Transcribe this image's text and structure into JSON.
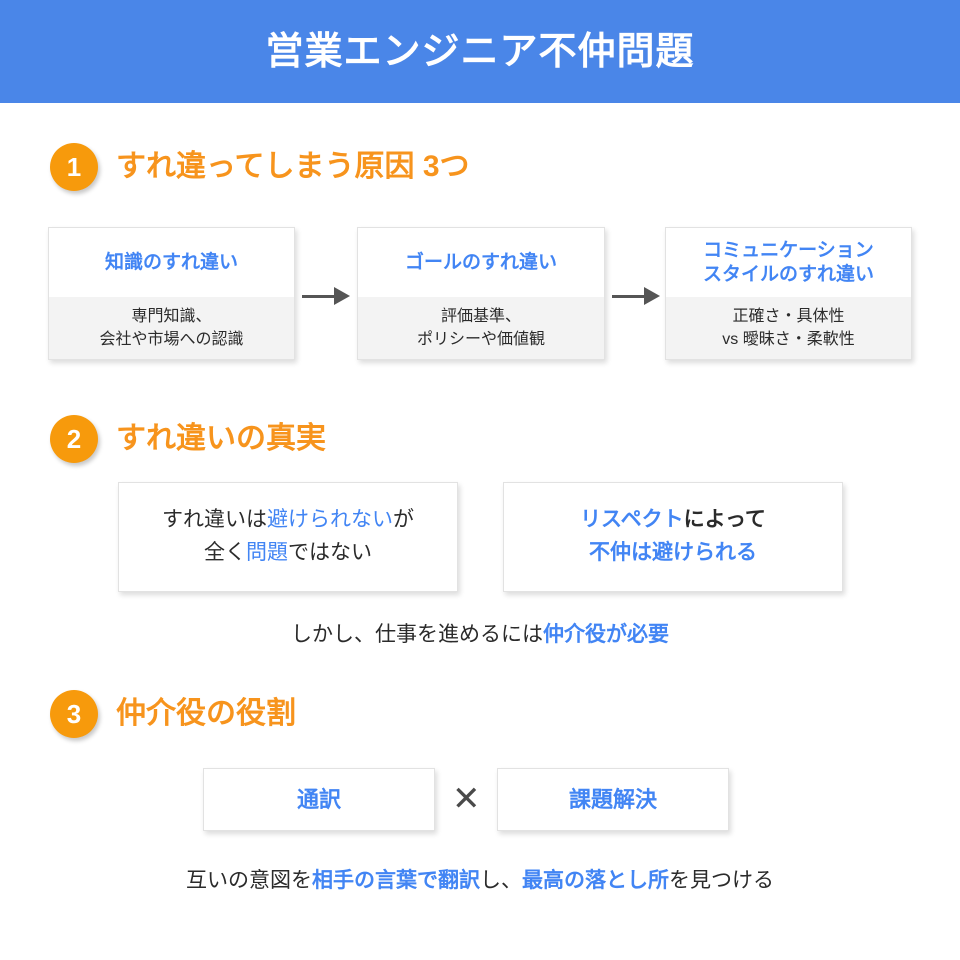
{
  "header": {
    "title": "営業エンジニア不仲問題",
    "background_color": "#4a86e8",
    "text_color": "#ffffff"
  },
  "theme": {
    "accent_orange": "#f7941d",
    "accent_blue": "#4285f4",
    "card_body_gray": "#f3f3f3",
    "text_dark": "#2b2b2b",
    "arrow_gray": "#555555"
  },
  "sections": [
    {
      "number": "1",
      "title": "すれ違ってしまう原因 3つ",
      "cards": [
        {
          "title": "知識のすれ違い",
          "body": "専門知識、\n会社や市場への認識"
        },
        {
          "title": "ゴールのすれ違い",
          "body": "評価基準、\nポリシーや価値観"
        },
        {
          "title": "コミュニケーション\nスタイルのすれ違い",
          "body": "正確さ・具体性\nvs 曖昧さ・柔軟性"
        }
      ],
      "arrows": [
        "arrow-right-1",
        "arrow-right-2"
      ]
    },
    {
      "number": "2",
      "title": "すれ違いの真実",
      "cards": [
        {
          "line1": {
            "part1": "すれ違いは",
            "highlight1": "避けられない",
            "part2": "が"
          },
          "line2": {
            "part1": "全く",
            "highlight1": "問題",
            "part2": "ではない"
          }
        },
        {
          "line1": {
            "highlight1": "リスペクト",
            "part1": "によって"
          },
          "line2": {
            "highlight1": "不仲は避けられる"
          }
        }
      ],
      "caption": {
        "part1": "しかし、仕事を進めるには",
        "highlight1": "仲介役が必要"
      }
    },
    {
      "number": "3",
      "title": "仲介役の役割",
      "roles": [
        {
          "label": "通訳"
        },
        {
          "label": "課題解決"
        }
      ],
      "operator": "✕",
      "caption": {
        "part1": "互いの意図を",
        "highlight1": "相手の言葉で翻訳",
        "part2": "し、",
        "highlight2": "最高の落とし所",
        "part3": "を見つける"
      }
    }
  ]
}
